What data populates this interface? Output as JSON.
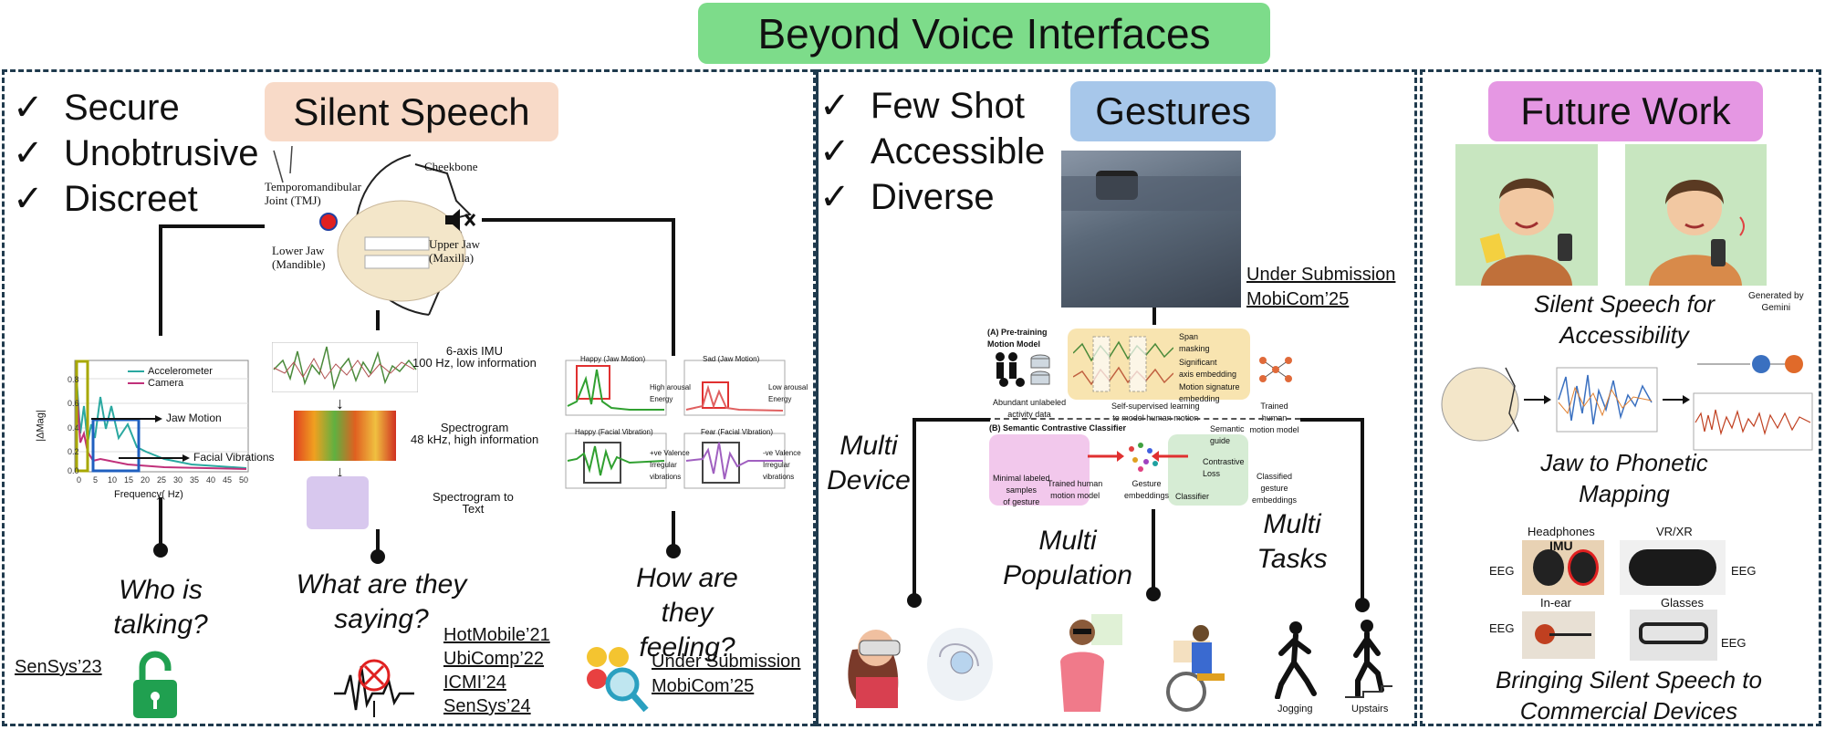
{
  "title": "Beyond Voice Interfaces",
  "colors": {
    "title_bg": "#7ddc8a",
    "silent_bg": "#f8dac8",
    "gestures_bg": "#a7c7ea",
    "future_bg": "#e597e3",
    "panel_border": "#1f3a4d"
  },
  "silent": {
    "header": "Silent Speech",
    "checks": [
      "Secure",
      "Unobtrusive",
      "Discreet"
    ],
    "anatomy": {
      "cheekbone": "Cheekbone",
      "tmj": "Temporomandibular\nJoint (TMJ)",
      "lower_jaw": "Lower Jaw\n(Mandible)",
      "upper_jaw": "Upper Jaw\n(Maxilla)"
    },
    "chart_legend": [
      "Accelerometer",
      "Camera"
    ],
    "chart_annotations": [
      "Jaw Motion",
      "Facial Vibrations"
    ],
    "chart_xlabel": "Frequency( Hz)",
    "chart_ylabel": "|ΔMag|",
    "pipeline": [
      "6-axis IMU\n100 Hz, low information",
      "Spectrogram\n48 kHz, high information",
      "Spectrogram to\nText"
    ],
    "emotion_titles": [
      "Happy (Jaw Motion)",
      "Sad (Jaw Motion)",
      "Happy (Facial Vibration)",
      "Fear (Facial Vibration)"
    ],
    "emotion_notes": [
      "High arousal\nEnergy",
      "Low arousal\nEnergy",
      "+ve Valence\nIrregular\nvibrations",
      "-ve Valence\nIrregular\nvibrations"
    ],
    "q1": "Who is\ntalking?",
    "q2": "What are they\nsaying?",
    "q3": "How are\nthey feeling?",
    "ref1": "SenSys’23",
    "refs2": [
      "HotMobile’21",
      "UbiComp’22",
      "ICMI’24",
      "SenSys’24"
    ],
    "ref3": [
      "Under Submission",
      "MobiCom’25"
    ]
  },
  "gestures": {
    "header": "Gestures",
    "checks": [
      "Few Shot",
      "Accessible",
      "Diverse"
    ],
    "ref": [
      "Under Submission",
      "MobiCom’25"
    ],
    "model_a_title": "(A) Pre-training\nMotion Model",
    "model_a_labels": [
      "Span\nmasking",
      "Significant\naxis embedding",
      "Motion signature\nembedding",
      "Abundant unlabeled\nactivity data",
      "Self-supervised learning\nto model human motion",
      "Trained human\nmotion model"
    ],
    "model_b_title": "(B) Semantic Contrastive Classifier",
    "model_b_labels": [
      "Minimal labeled\nsamples\nof gesture",
      "Trained human\nmotion model",
      "Gesture\nembeddings",
      "Semantic\nguide",
      "Contrastive\nLoss",
      "Classifier",
      "Classified\ngesture\nembeddings"
    ],
    "multi_device": "Multi\nDevice",
    "multi_population": "Multi\nPopulation",
    "multi_tasks": "Multi\nTasks",
    "task_labels": [
      "Jogging",
      "Upstairs"
    ]
  },
  "future": {
    "header": "Future Work",
    "generated": "Generated by\nGemini",
    "cap1": "Silent Speech for\nAccessibility",
    "cap2": "Jaw to Phonetic\nMapping",
    "cap3": "Bringing Silent Speech to\nCommercial Devices",
    "devices": [
      "Headphones",
      "VR/XR",
      "In-ear",
      "Glasses"
    ],
    "imu": "IMU",
    "eeg": "EEG"
  }
}
